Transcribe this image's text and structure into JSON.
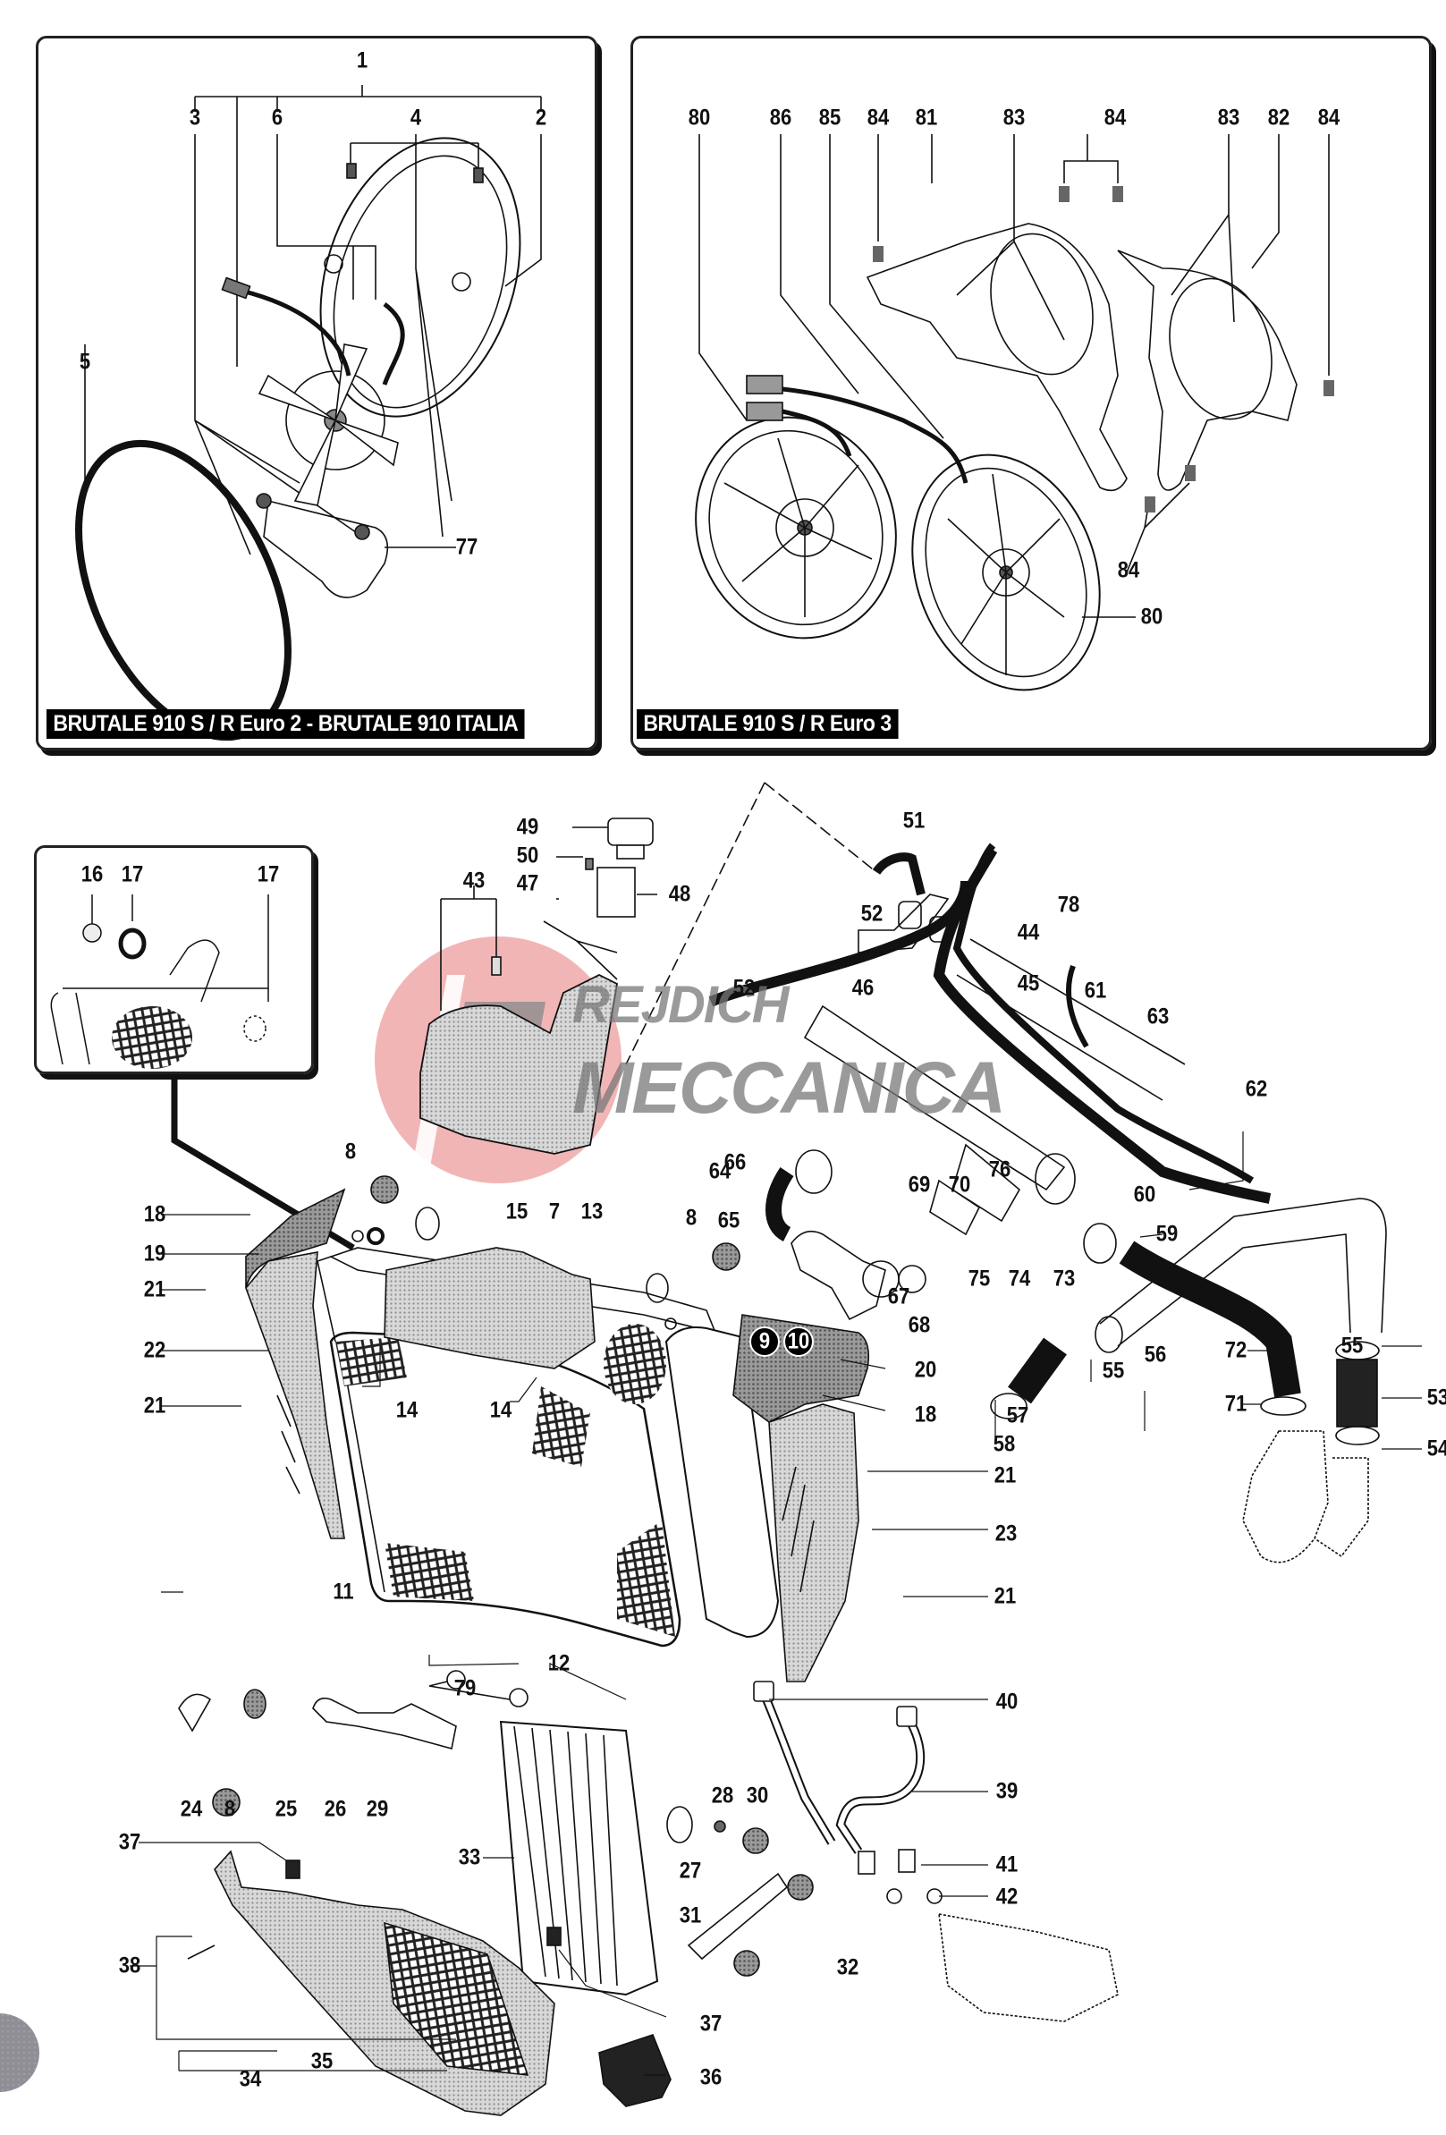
{
  "diagram": {
    "subject": "Motorcycle cooling system exploded parts diagram",
    "panels": [
      {
        "id": "euro2",
        "title": "BRUTALE 910 S / R Euro 2 - BRUTALE 910 ITALIA"
      },
      {
        "id": "euro3",
        "title": "BRUTALE 910 S / R Euro 3"
      }
    ],
    "watermark": {
      "line1": "REJDICH",
      "line2": "MECCANICA",
      "letter": "K",
      "circle_color": "#f0a8a8",
      "text_color": "#8a8a8a"
    },
    "callouts": {
      "euro2": [
        "1",
        "3",
        "6",
        "4",
        "2",
        "5",
        "77"
      ],
      "euro3": [
        "80",
        "86",
        "85",
        "84",
        "81",
        "83",
        "84",
        "83",
        "82",
        "84",
        "84",
        "80"
      ],
      "inset": [
        "16",
        "17",
        "17"
      ],
      "main": [
        "49",
        "50",
        "47",
        "48",
        "43",
        "51",
        "52",
        "78",
        "44",
        "46",
        "45",
        "52",
        "61",
        "63",
        "62",
        "66",
        "76",
        "64",
        "60",
        "8",
        "69",
        "70",
        "65",
        "59",
        "18",
        "8",
        "15",
        "7",
        "13",
        "19",
        "75",
        "74",
        "73",
        "67",
        "21",
        "68",
        "9",
        "10",
        "22",
        "20",
        "55",
        "72",
        "56",
        "21",
        "14",
        "14",
        "18",
        "55",
        "53",
        "57",
        "71",
        "58",
        "54",
        "21",
        "23",
        "11",
        "21",
        "12",
        "79",
        "40",
        "24",
        "8",
        "25",
        "26",
        "29",
        "28",
        "30",
        "39",
        "37",
        "33",
        "27",
        "41",
        "42",
        "31",
        "32",
        "38",
        "37",
        "35",
        "34",
        "36"
      ]
    }
  }
}
